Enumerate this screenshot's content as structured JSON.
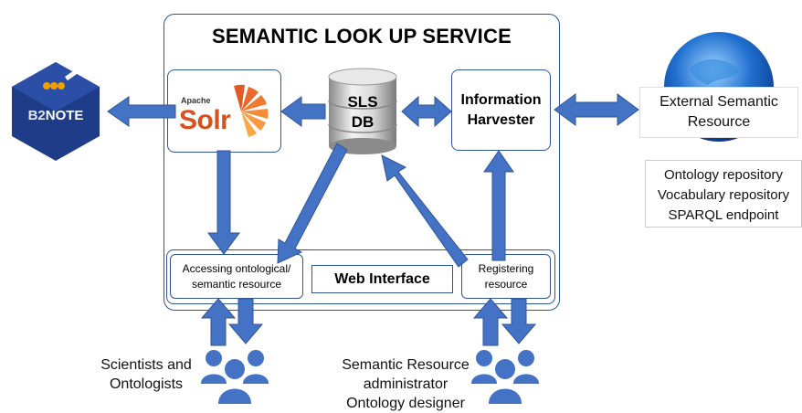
{
  "title": "SEMANTIC LOOK UP SERVICE",
  "b2note": {
    "logo_text_1": "B2",
    "logo_text_2": "NOTE"
  },
  "solr": {
    "small": "Apache",
    "big": "Solr"
  },
  "db": {
    "line1": "SLS",
    "line2": "DB"
  },
  "harvester": {
    "line1": "Information",
    "line2": "Harvester"
  },
  "external": {
    "line1": "External Semantic",
    "line2": "Resource"
  },
  "external_list": [
    "Ontology repository",
    "Vocabulary repository",
    "SPARQL endpoint"
  ],
  "web_interface": {
    "label": "Web Interface",
    "left_line1": "Accessing ontological/",
    "left_line2": "semantic resource",
    "right_line1": "Registering",
    "right_line2": "resource"
  },
  "users_left": {
    "line1": "Scientists and",
    "line2": "Ontologists"
  },
  "users_right": {
    "line1": "Semantic Resource",
    "line2": "administrator",
    "line3": "Ontology designer"
  },
  "colors": {
    "arrow": "#4472c4",
    "arrow_stroke": "#2f5597",
    "box_border": "#2f5597",
    "solr_orange": "#e05a25",
    "b2note_blue": "#1f3c88",
    "globe_blue": "#1f6fd0"
  }
}
